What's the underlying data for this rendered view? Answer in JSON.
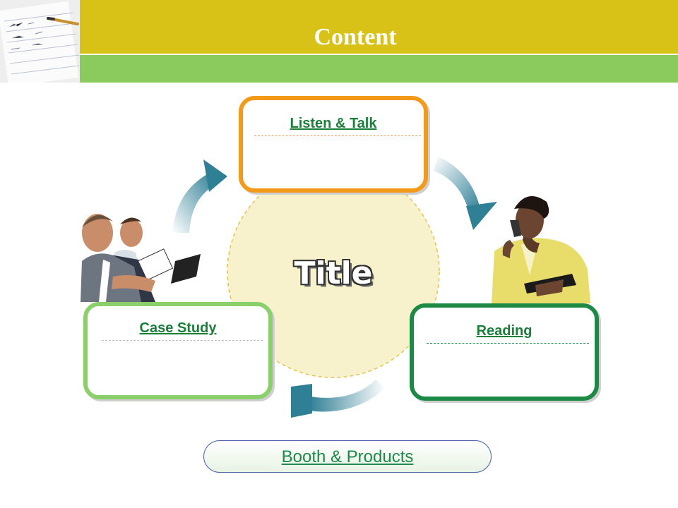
{
  "slide": {
    "title": "Content"
  },
  "diagram": {
    "centre_title": "Title",
    "steps": [
      {
        "label": "Listen & Talk"
      },
      {
        "label": "Reading"
      },
      {
        "label": "Case Study"
      }
    ],
    "footer_button": "Booth & Products"
  },
  "colors": {
    "header_yellow": "#d9c218",
    "header_green": "#8bcb5e",
    "listen_border": "#f39a1a",
    "reading_border": "#1c8a45",
    "case_border": "#8bcf6a",
    "centre_fill": "#f8f2cc",
    "arrow": "#2f7f95"
  },
  "images": [
    {
      "name": "notebook-photo"
    },
    {
      "name": "businessmen-photo"
    },
    {
      "name": "businesswoman-phone-photo"
    }
  ]
}
